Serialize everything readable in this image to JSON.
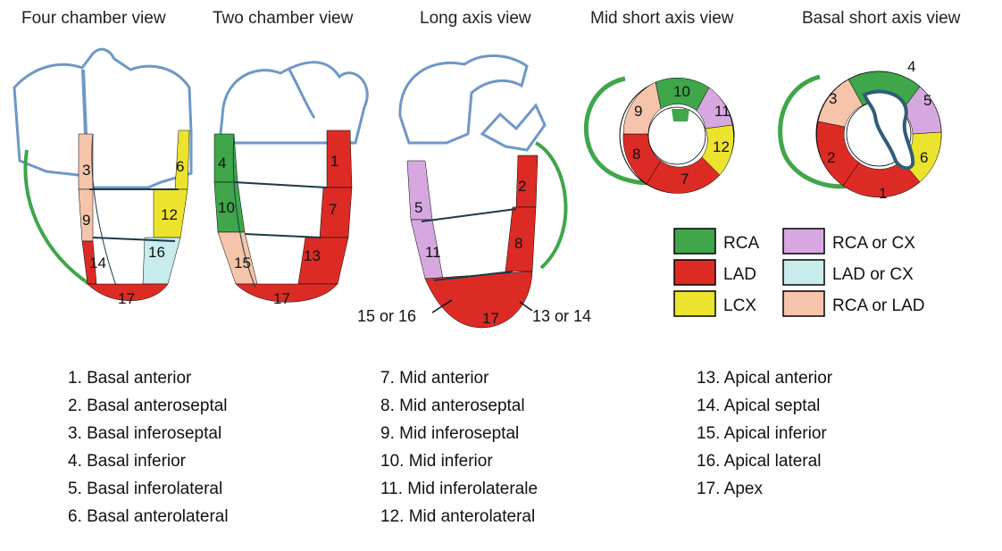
{
  "views": [
    "Four chamber view",
    "Two chamber view",
    "Long axis view",
    "Mid short axis view",
    "Basal short axis view"
  ],
  "segment_numbers": [
    "1",
    "2",
    "3",
    "4",
    "5",
    "6",
    "7",
    "8",
    "9",
    "10",
    "11",
    "12",
    "13",
    "14",
    "15",
    "16",
    "17"
  ],
  "callouts": {
    "left": "15 or 16",
    "right": "13 or 14"
  },
  "legend": [
    {
      "label": "RCA",
      "color": "#3fa64a"
    },
    {
      "label": "LAD",
      "color": "#dc2b25"
    },
    {
      "label": "LCX",
      "color": "#ece32e"
    },
    {
      "label": "RCA or CX",
      "color": "#d7a8e0"
    },
    {
      "label": "LAD or CX",
      "color": "#c8ecec"
    },
    {
      "label": "RCA or LAD",
      "color": "#f5c4aa"
    }
  ],
  "segments_list": [
    "1. Basal anterior",
    "2. Basal anteroseptal",
    "3. Basal inferoseptal",
    "4. Basal inferior",
    "5. Basal inferolateral",
    "6. Basal anterolateral",
    "7. Mid anterior",
    "8. Mid anteroseptal",
    "9. Mid inferoseptal",
    "10. Mid inferior",
    "11. Mid inferolaterale",
    "12. Mid anterolateral",
    "13. Apical anterior",
    "14. Apical septal",
    "15. Apical inferior",
    "16. Apical lateral",
    "17. Apex"
  ],
  "outline_color": "#6e98c6",
  "fill_color": "#ffffff"
}
